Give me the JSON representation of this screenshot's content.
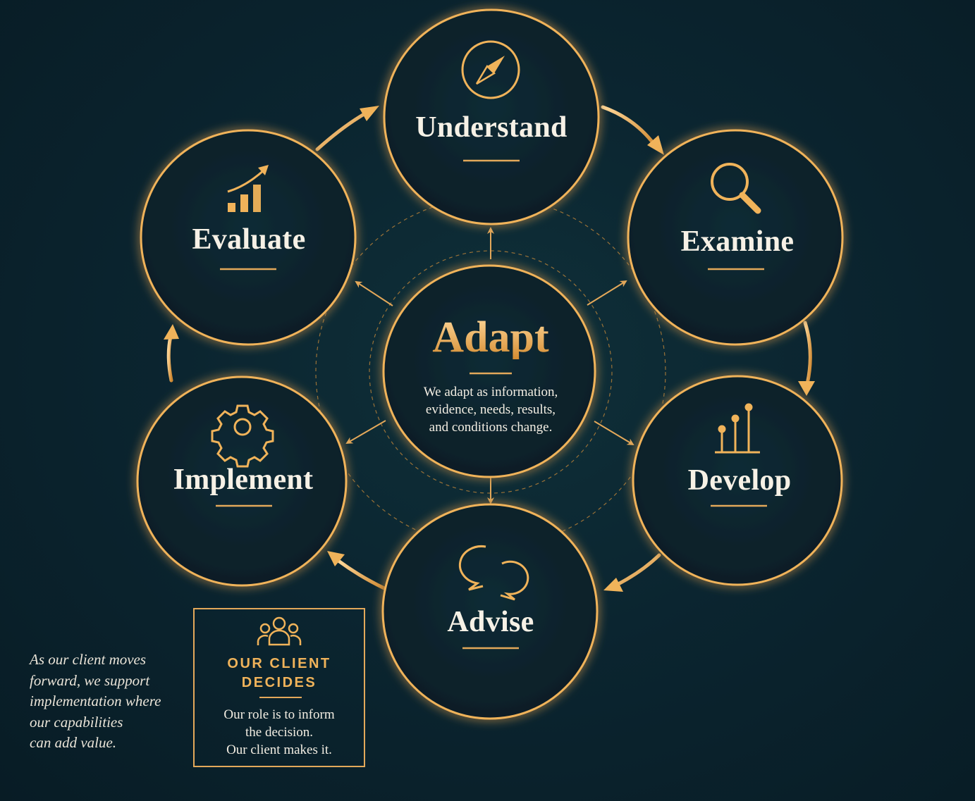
{
  "center": {
    "title": "Adapt",
    "description_lines": [
      "We adapt as information,",
      "evidence, needs, results,",
      "and conditions change."
    ]
  },
  "stages": [
    {
      "key": "understand",
      "label": "Understand",
      "icon": "compass-icon"
    },
    {
      "key": "examine",
      "label": "Examine",
      "icon": "magnifier-icon"
    },
    {
      "key": "develop",
      "label": "Develop",
      "icon": "lollipop-chart-icon"
    },
    {
      "key": "advise",
      "label": "Advise",
      "icon": "speech-bubbles-icon"
    },
    {
      "key": "implement",
      "label": "Implement",
      "icon": "gear-icon"
    },
    {
      "key": "evaluate",
      "label": "Evaluate",
      "icon": "growth-chart-icon"
    }
  ],
  "side_note_lines": [
    "As our client moves",
    "forward, we support",
    "implementation where",
    "our capabilities",
    "can add value."
  ],
  "client_decides": {
    "icon": "people-group-icon",
    "title_lines": [
      "OUR CLIENT",
      "DECIDES"
    ],
    "body_lines": [
      "Our role is to inform",
      "the decision.",
      "Our client makes it."
    ]
  },
  "colors": {
    "background": "#0b2530",
    "gold": "#f0b35a",
    "gold_dark": "#c9852c",
    "text_light": "#f6f1e6"
  }
}
